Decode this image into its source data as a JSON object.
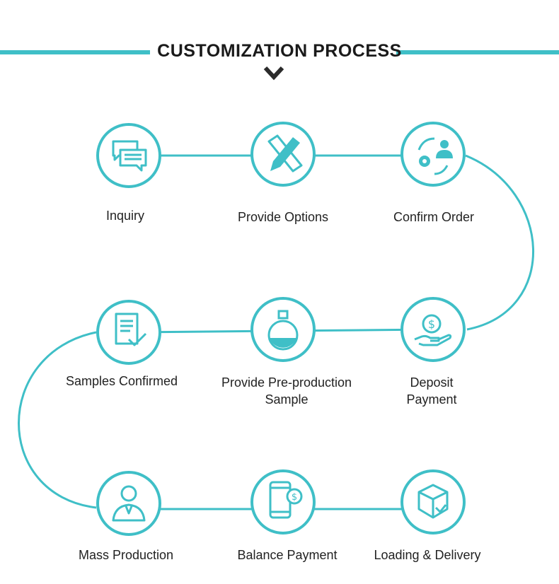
{
  "title": "CUSTOMIZATION PROCESS",
  "colors": {
    "accent": "#3fbfc7",
    "text": "#222222"
  },
  "steps": [
    {
      "label": "Inquiry",
      "icon": "chat-bubbles-icon"
    },
    {
      "label": "Provide Options",
      "icon": "pencil-ruler-icon"
    },
    {
      "label": "Confirm Order",
      "icon": "person-gear-cycle-icon"
    },
    {
      "label": "Deposit\nPayment",
      "icon": "hand-dollar-coin-icon"
    },
    {
      "label": "Provide Pre-production\nSample",
      "icon": "perfume-bottle-icon"
    },
    {
      "label": "Samples Confirmed",
      "icon": "document-check-icon"
    },
    {
      "label": "Mass Production",
      "icon": "worker-icon"
    },
    {
      "label": "Balance Payment",
      "icon": "phone-dollar-icon"
    },
    {
      "label": "Loading & Delivery",
      "icon": "box-check-icon"
    }
  ]
}
